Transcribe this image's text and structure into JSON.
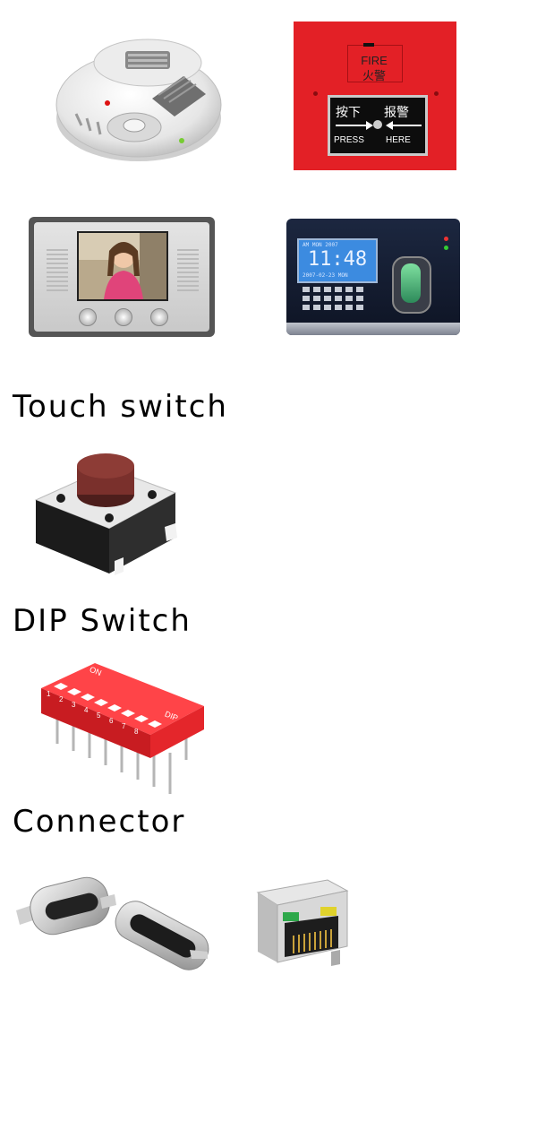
{
  "sections": {
    "touch_switch": {
      "title": "Touch switch"
    },
    "dip_switch": {
      "title": "DIP Switch"
    },
    "connector": {
      "title": "Connector"
    }
  },
  "fire_alarm": {
    "label_en": "FIRE",
    "label_cn": "火警",
    "press_cn": "按下",
    "alarm_cn": "报警",
    "press_en": "PRESS",
    "here_en": "HERE"
  },
  "attendance_terminal": {
    "time": "11:48",
    "top_line": "AM MON 2007",
    "date_line": "2007-02-23 MON"
  },
  "dip_component": {
    "on_label": "ON",
    "brand_label": "DIP",
    "positions": [
      "1",
      "2",
      "3",
      "4",
      "5",
      "6",
      "7",
      "8"
    ]
  },
  "colors": {
    "fire_red": "#e32026",
    "dip_red": "#e4262b",
    "lcd_blue": "#3c8be0",
    "button_brown": "#7a302c"
  }
}
